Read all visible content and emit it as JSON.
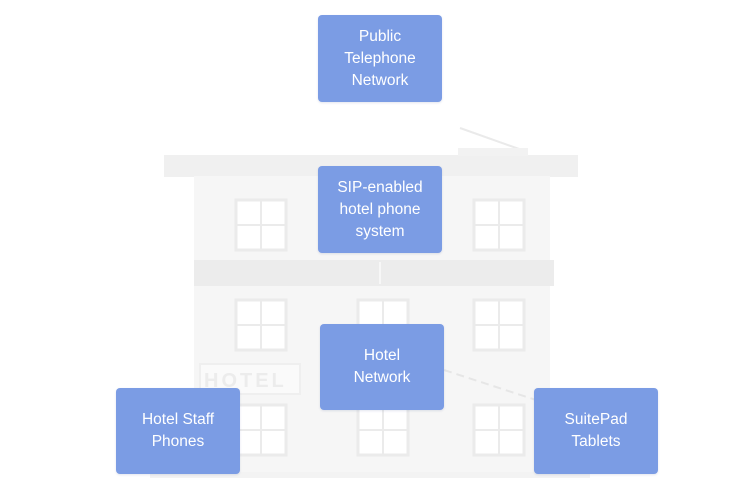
{
  "diagram": {
    "background_sign": "HOTEL",
    "nodes": [
      {
        "id": "pstn",
        "label": "Public\nTelephone\nNetwork"
      },
      {
        "id": "pbx",
        "label": "SIP-enabled\nhotel phone\nsystem"
      },
      {
        "id": "network",
        "label": "Hotel\nNetwork"
      },
      {
        "id": "staff",
        "label": "Hotel Staff\nPhones"
      },
      {
        "id": "tablets",
        "label": "SuitePad\nTablets"
      }
    ]
  },
  "colors": {
    "node_fill": "#7b9ce4",
    "node_text": "#ffffff",
    "building": "#f1f1f1"
  }
}
